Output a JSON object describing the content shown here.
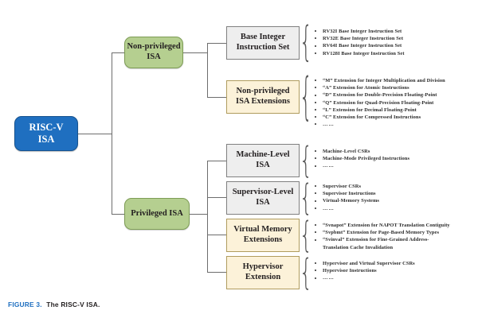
{
  "figure": {
    "caption_number": "FIGURE 3.",
    "caption_title": "The RISC-V ISA.",
    "colors": {
      "root_fill": "#1f6fc0",
      "level1_fill": "#b5cf90",
      "grey_fill": "#eeeeee",
      "beige_fill": "#fcf2d9",
      "caption_accent": "#1f6fc0"
    }
  },
  "root": {
    "label": "RISC-V\nISA",
    "line1": "RISC-V",
    "line2": "ISA"
  },
  "branches": [
    {
      "id": "non-privileged-isa",
      "line1": "Non-privileged",
      "line2": "ISA",
      "children": [
        {
          "id": "base-integer-instruction-set",
          "line1": "Base Integer",
          "line2": "Instruction Set",
          "style": "grey",
          "items": [
            "RV32I Base Integer Instruction Set",
            "RV32E Base Integer Instruction Set",
            "RV64I Base Integer Instruction Set",
            "RV128I Base Integer Instruction Set"
          ]
        },
        {
          "id": "non-privileged-isa-extensions",
          "line1": "Non-privileged",
          "line2": "ISA Extensions",
          "style": "beige",
          "items": [
            "“M”  Extension for Integer Multiplication and Division",
            "“A”  Extension for Atomic Instructions",
            "“D”  Extension for Double-Precision Floating-Point",
            "“Q”  Extension for Quad-Precision Floating-Point",
            "“L”  Extension for Decimal Floating-Point",
            "“C”  Extension for Compressed Instructions",
            "……"
          ]
        }
      ]
    },
    {
      "id": "privileged-isa",
      "line1": "Privileged ISA",
      "line2": "",
      "children": [
        {
          "id": "machine-level-isa",
          "line1": "Machine-Level",
          "line2": "ISA",
          "style": "grey",
          "items": [
            "Machine-Level CSRs",
            "Machine-Mode Privileged Instructions",
            "……"
          ]
        },
        {
          "id": "supervisor-level-isa",
          "line1": "Supervisor-Level",
          "line2": "ISA",
          "style": "grey",
          "items": [
            "Supervisor CSRs",
            "Supervisor Instructions",
            "Virtual-Memory Systems",
            "……"
          ]
        },
        {
          "id": "virtual-memory-extensions",
          "line1": "Virtual Memory",
          "line2": "Extensions",
          "style": "beige",
          "items": [
            "“Svnapot”  Extension for NAPOT Translation Contiguity",
            "“Svpbmt”  Extension for Page-Based Memory Types",
            "“Svinval”  Extension for Fine-Grained Address-",
            "Translation Cache Invalidation"
          ]
        },
        {
          "id": "hypervisor-extension",
          "line1": "Hypervisor",
          "line2": "Extension",
          "style": "beige",
          "items": [
            "Hypervisor and Virtual Supervisor CSRs",
            "Hypervisor Instructions",
            "……"
          ]
        }
      ]
    }
  ]
}
